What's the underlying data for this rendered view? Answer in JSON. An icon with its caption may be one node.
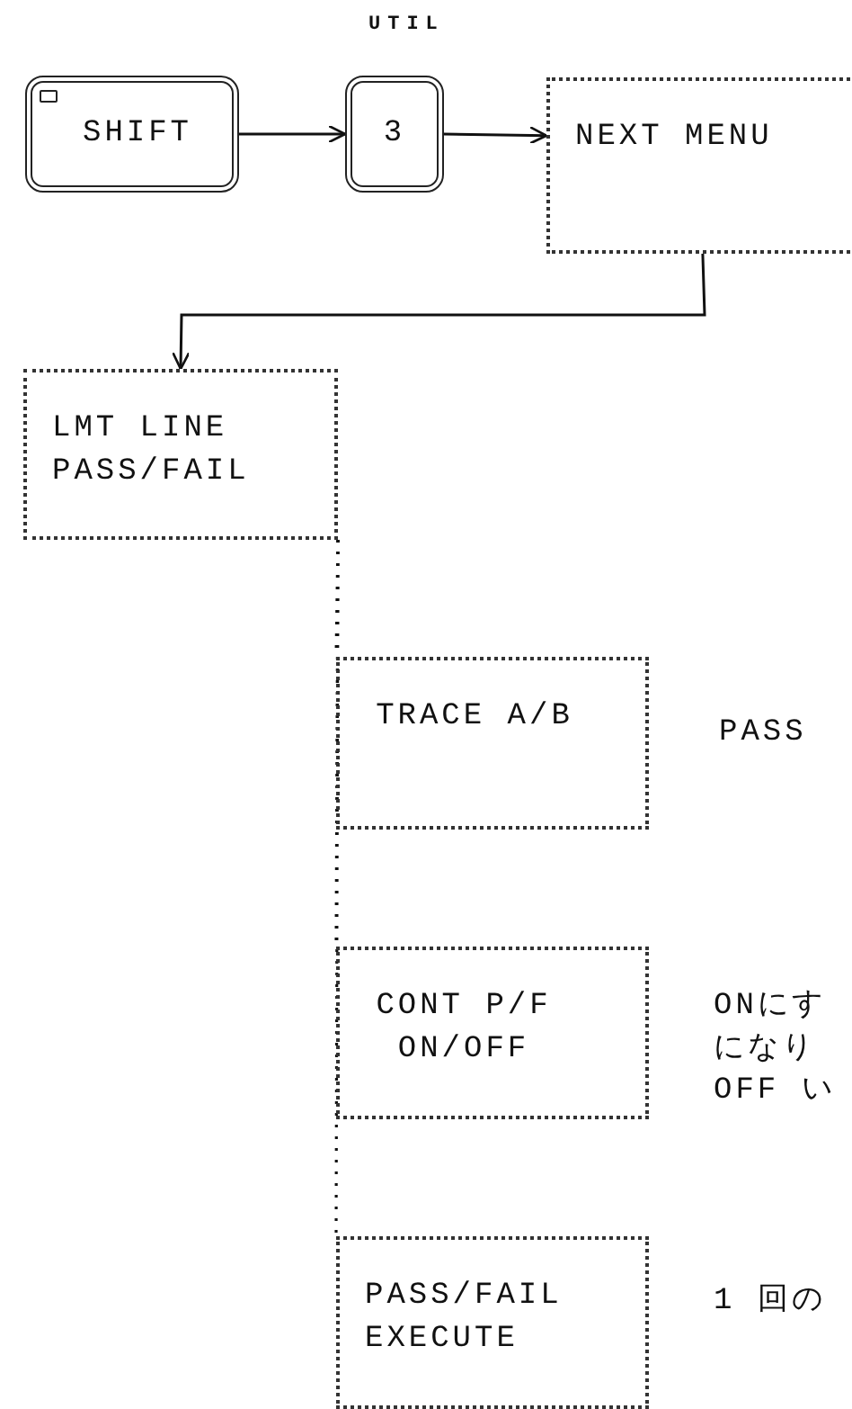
{
  "diagram": {
    "nodes": [
      {
        "text": [
          "SHIFT"
        ]
      },
      {
        "text": [
          "3"
        ],
        "beside": [
          "UTIL"
        ]
      },
      {
        "text": [
          "NEXT MENU"
        ]
      },
      {
        "text": [
          "LMT LINE PASS/FAIL"
        ]
      },
      {
        "text": [
          "TRACE A/B"
        ]
      },
      {
        "text": [
          "CONT P/F ON/OFF"
        ]
      },
      {
        "text": [
          "PASS/FAIL EXECUTE"
        ]
      }
    ],
    "edges": [
      {
        "from": 0,
        "to": 1,
        "arrow": "to"
      },
      {
        "from": 1,
        "to": 2,
        "arrow": "to"
      },
      {
        "from": 2,
        "to": 3,
        "arrow": "to"
      },
      {
        "from": 3,
        "to": 4,
        "arrow": "none",
        "style": "dashed"
      },
      {
        "from": 3,
        "to": 5,
        "arrow": "none",
        "style": "dashed"
      },
      {
        "from": 3,
        "to": 6,
        "arrow": "none",
        "style": "dashed"
      }
    ],
    "labels": [
      "PASS",
      "ONにす",
      "になり",
      "OFF い",
      "1 回の"
    ]
  }
}
